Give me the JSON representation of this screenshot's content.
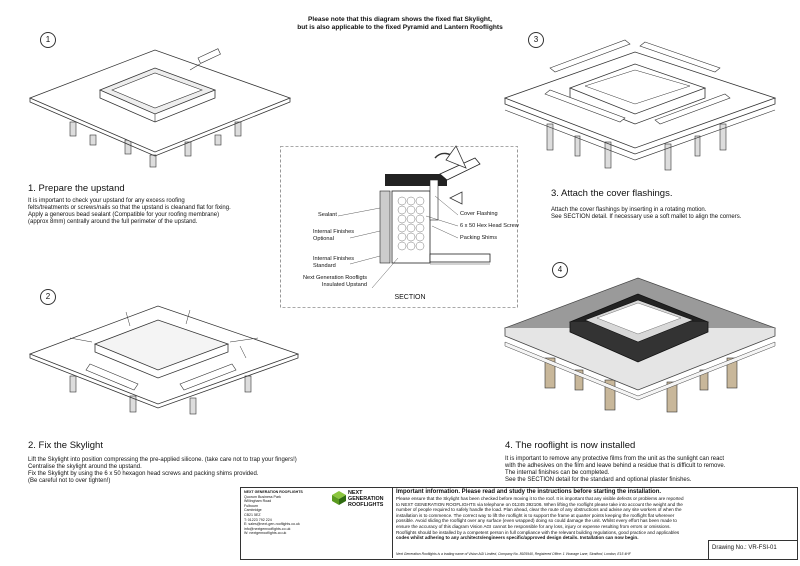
{
  "notice": {
    "line1": "Please note that this diagram shows the fixed flat Skylight,",
    "line2": "but is also applicable to the fixed Pyramid and Lantern Rooflights"
  },
  "steps": [
    {
      "num": "1",
      "title": "1. Prepare the upstand",
      "lines": [
        "It is important to check your upstand for any excess roofing",
        "felts/treatments or screws/nails so that the upstand is cleanand flat for fixing.",
        "Apply a generous bead sealant (Compatible for your roofing membrane)",
        "(approx 8mm) centrally around the full perimeter of the upstand."
      ]
    },
    {
      "num": "2",
      "title": "2. Fix the Skylight",
      "lines": [
        "Lift the Skylight into position compressing the pre-applied silicone. (take care not to trap your fingers!)",
        "Centralise the skylight around the upstand.",
        "Fix the Skylight by using the 6 x 50 hexagon head screws and packing shims provided.",
        "(Be careful not to over tighten!)"
      ]
    },
    {
      "num": "3",
      "title": "3. Attach the cover flashings.",
      "lines": [
        "Attach the cover flashings by inserting in a rotating motion.",
        "See SECTION detail. If necessary use a soft mallet to align the corners."
      ]
    },
    {
      "num": "4",
      "title": "4. The rooflight is now installed",
      "lines": [
        "It is important to remove any protective films from the unit as the sunlight can react",
        "with the adhesives on the film and leave behind a residue that is difficult to remove.",
        "The internal finishes can be completed.",
        "See the SECTION detail for the standard and optional plaster finishes."
      ]
    }
  ],
  "section": {
    "title": "SECTION",
    "labels": {
      "sealant": "Sealant",
      "internal_optional_1": "Internal Finishes",
      "internal_optional_2": "Optional",
      "internal_standard_1": "Internal Finishes",
      "internal_standard_2": "Standard",
      "upstand_1": "Next Generation Roofligts",
      "upstand_2": "Insulated Upstand",
      "cover_flashing": "Cover Flashing",
      "hex_screw": "6 x 50 Hex Head Screw",
      "packing_shims": "Packing Shims"
    }
  },
  "footer": {
    "company_lines": [
      "NEXT GENERATION ROOFLIGHTS",
      "Quorum Business Park",
      "Willingham Road",
      "Fulbourn",
      "Cambridge",
      "CB21 5EZ"
    ],
    "contact_lines": [
      "T:   01223 792 224",
      "E:   sales@next-gen-rooflights.co.uk",
      "      info@nextgenrooflights.co.uk",
      "W:   nextgenrooflights.co.uk"
    ],
    "logo_line1": "NEXT",
    "logo_line2": "GENERATION",
    "logo_line3": "ROOFLIGHTS",
    "important_title": "Important information. Please read and study the instructions before starting the installation.",
    "important_lines": [
      "Please ensure that the Skylight has been checked before moving it to the roof. It is important that any visible defects or problems are reported",
      "to NEXT GENERATION ROOFLIGHTS via telephone on 01245 392106. When lifting the rooflight please take into account the weight and the",
      "number of people required to safely handle the load. Plan ahead, clear the route of any obstructions and advise any site workers of when the",
      "installation is to commence. The correct way to lift the rooflight is to support the frame at quarter points keeping the rooflight flat wherever",
      "possible. Avoid sliding the rooflight over any surface (even wrapped) doing so could damage the unit. Whilst every effort has been made to",
      "ensure the accuracy of this diagram Vision AGI cannot be responsible for any loss, injury or expense resulting from errors or omissions.",
      "Rooflights should be installed by a competent person in full compliance with the relevant building regulations, good practice and applicables",
      "codes whilst adhering to any architects/engineers specific/approved design details. Installation can now begin."
    ],
    "legal": "Next Generation Rooflights is a trading name of Vision AGI Limited, Company No. 8925940, Registered Office: 1 Vicarage Lane, Stratford, London, E15 4HF",
    "drawing_no": "Drawing No.: VR-FSI-01"
  }
}
